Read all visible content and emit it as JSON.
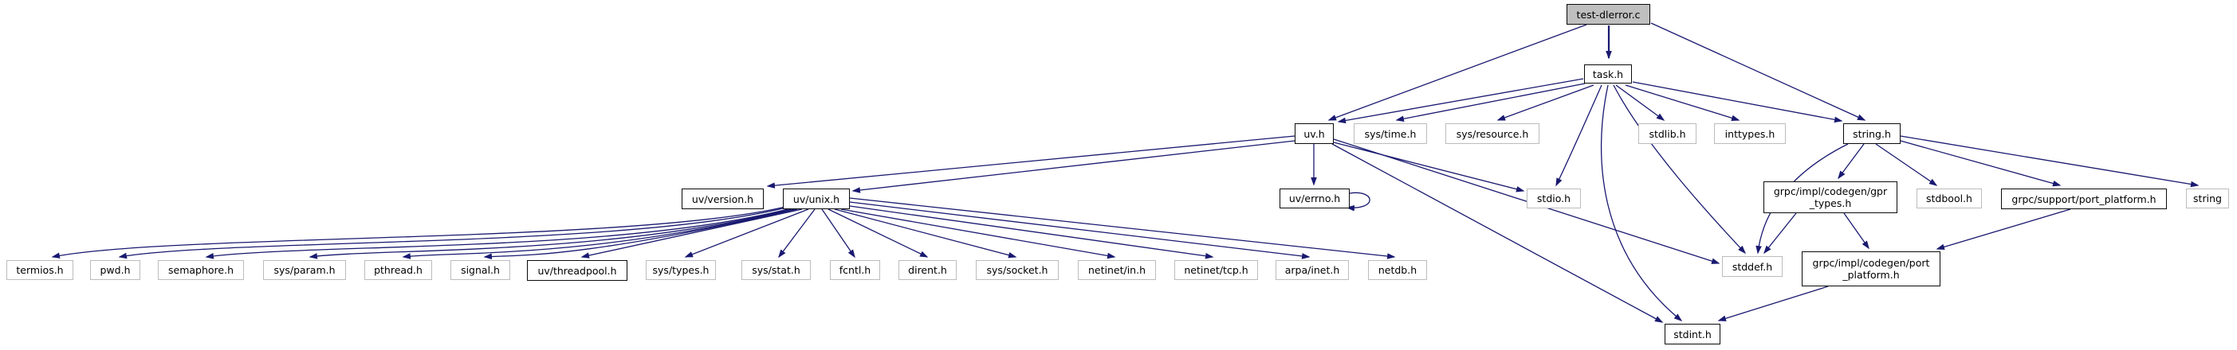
{
  "diagram": {
    "kind": "include-dependency-graph",
    "root_file": "test-dlerror.c",
    "colors": {
      "edge": "#191970",
      "root_fill": "#bfbfbf",
      "documented_border": "#0a0a0a",
      "external_border": "#bcbcbc",
      "node_fill": "#ffffff",
      "text": "#000000"
    }
  },
  "nodes": [
    {
      "id": "test-dlerror.c",
      "label": "test-dlerror.c",
      "kind": "root"
    },
    {
      "id": "task.h",
      "label": "task.h",
      "kind": "doc"
    },
    {
      "id": "uv.h",
      "label": "uv.h",
      "kind": "doc"
    },
    {
      "id": "sys/time.h",
      "label": "sys/time.h",
      "kind": "ext"
    },
    {
      "id": "sys/resource.h",
      "label": "sys/resource.h",
      "kind": "ext"
    },
    {
      "id": "stdlib.h",
      "label": "stdlib.h",
      "kind": "ext"
    },
    {
      "id": "inttypes.h",
      "label": "inttypes.h",
      "kind": "ext"
    },
    {
      "id": "string.h",
      "label": "string.h",
      "kind": "doc"
    },
    {
      "id": "uv/version.h",
      "label": "uv/version.h",
      "kind": "doc"
    },
    {
      "id": "uv/unix.h",
      "label": "uv/unix.h",
      "kind": "doc"
    },
    {
      "id": "uv/errno.h",
      "label": "uv/errno.h",
      "kind": "doc"
    },
    {
      "id": "stdio.h",
      "label": "stdio.h",
      "kind": "ext"
    },
    {
      "id": "grpc/impl/codegen/gpr_types.h",
      "label": "grpc/impl/codegen/gpr",
      "label2": "_types.h",
      "kind": "doc"
    },
    {
      "id": "stdbool.h",
      "label": "stdbool.h",
      "kind": "ext"
    },
    {
      "id": "grpc/support/port_platform.h",
      "label": "grpc/support/port_platform.h",
      "kind": "doc"
    },
    {
      "id": "string",
      "label": "string",
      "kind": "ext"
    },
    {
      "id": "termios.h",
      "label": "termios.h",
      "kind": "ext"
    },
    {
      "id": "pwd.h",
      "label": "pwd.h",
      "kind": "ext"
    },
    {
      "id": "semaphore.h",
      "label": "semaphore.h",
      "kind": "ext"
    },
    {
      "id": "sys/param.h",
      "label": "sys/param.h",
      "kind": "ext"
    },
    {
      "id": "pthread.h",
      "label": "pthread.h",
      "kind": "ext"
    },
    {
      "id": "signal.h",
      "label": "signal.h",
      "kind": "ext"
    },
    {
      "id": "uv/threadpool.h",
      "label": "uv/threadpool.h",
      "kind": "doc"
    },
    {
      "id": "sys/types.h",
      "label": "sys/types.h",
      "kind": "ext"
    },
    {
      "id": "sys/stat.h",
      "label": "sys/stat.h",
      "kind": "ext"
    },
    {
      "id": "fcntl.h",
      "label": "fcntl.h",
      "kind": "ext"
    },
    {
      "id": "dirent.h",
      "label": "dirent.h",
      "kind": "ext"
    },
    {
      "id": "sys/socket.h",
      "label": "sys/socket.h",
      "kind": "ext"
    },
    {
      "id": "netinet/in.h",
      "label": "netinet/in.h",
      "kind": "ext"
    },
    {
      "id": "netinet/tcp.h",
      "label": "netinet/tcp.h",
      "kind": "ext"
    },
    {
      "id": "arpa/inet.h",
      "label": "arpa/inet.h",
      "kind": "ext"
    },
    {
      "id": "netdb.h",
      "label": "netdb.h",
      "kind": "ext"
    },
    {
      "id": "stddef.h",
      "label": "stddef.h",
      "kind": "ext"
    },
    {
      "id": "grpc/impl/codegen/port_platform.h",
      "label": "grpc/impl/codegen/port",
      "label2": "_platform.h",
      "kind": "doc"
    },
    {
      "id": "stdint.h",
      "label": "stdint.h",
      "kind": "doc"
    }
  ],
  "edges": [
    {
      "from": "test-dlerror.c",
      "to": "uv.h"
    },
    {
      "from": "test-dlerror.c",
      "to": "task.h"
    },
    {
      "from": "test-dlerror.c",
      "to": "string.h"
    },
    {
      "from": "task.h",
      "to": "uv.h"
    },
    {
      "from": "task.h",
      "to": "sys/time.h"
    },
    {
      "from": "task.h",
      "to": "sys/resource.h"
    },
    {
      "from": "task.h",
      "to": "stdlib.h"
    },
    {
      "from": "task.h",
      "to": "inttypes.h"
    },
    {
      "from": "task.h",
      "to": "string.h"
    },
    {
      "from": "task.h",
      "to": "stdio.h"
    },
    {
      "from": "task.h",
      "to": "stdint.h"
    },
    {
      "from": "task.h",
      "to": "stddef.h"
    },
    {
      "from": "uv.h",
      "to": "uv/version.h"
    },
    {
      "from": "uv.h",
      "to": "uv/unix.h"
    },
    {
      "from": "uv.h",
      "to": "uv/errno.h"
    },
    {
      "from": "uv.h",
      "to": "stdio.h"
    },
    {
      "from": "uv.h",
      "to": "stddef.h"
    },
    {
      "from": "uv.h",
      "to": "stdint.h"
    },
    {
      "from": "string.h",
      "to": "grpc/impl/codegen/gpr_types.h"
    },
    {
      "from": "string.h",
      "to": "stdbool.h"
    },
    {
      "from": "string.h",
      "to": "grpc/support/port_platform.h"
    },
    {
      "from": "string.h",
      "to": "string"
    },
    {
      "from": "string.h",
      "to": "stddef.h"
    },
    {
      "from": "grpc/impl/codegen/gpr_types.h",
      "to": "stddef.h"
    },
    {
      "from": "grpc/impl/codegen/gpr_types.h",
      "to": "grpc/impl/codegen/port_platform.h"
    },
    {
      "from": "grpc/support/port_platform.h",
      "to": "grpc/impl/codegen/port_platform.h"
    },
    {
      "from": "grpc/impl/codegen/port_platform.h",
      "to": "stdint.h"
    },
    {
      "from": "uv/errno.h",
      "to": "uv/errno.h"
    },
    {
      "from": "uv/unix.h",
      "to": "termios.h"
    },
    {
      "from": "uv/unix.h",
      "to": "pwd.h"
    },
    {
      "from": "uv/unix.h",
      "to": "semaphore.h"
    },
    {
      "from": "uv/unix.h",
      "to": "sys/param.h"
    },
    {
      "from": "uv/unix.h",
      "to": "pthread.h"
    },
    {
      "from": "uv/unix.h",
      "to": "signal.h"
    },
    {
      "from": "uv/unix.h",
      "to": "uv/threadpool.h"
    },
    {
      "from": "uv/unix.h",
      "to": "sys/types.h"
    },
    {
      "from": "uv/unix.h",
      "to": "sys/stat.h"
    },
    {
      "from": "uv/unix.h",
      "to": "fcntl.h"
    },
    {
      "from": "uv/unix.h",
      "to": "dirent.h"
    },
    {
      "from": "uv/unix.h",
      "to": "sys/socket.h"
    },
    {
      "from": "uv/unix.h",
      "to": "netinet/in.h"
    },
    {
      "from": "uv/unix.h",
      "to": "netinet/tcp.h"
    },
    {
      "from": "uv/unix.h",
      "to": "arpa/inet.h"
    },
    {
      "from": "uv/unix.h",
      "to": "netdb.h"
    }
  ]
}
